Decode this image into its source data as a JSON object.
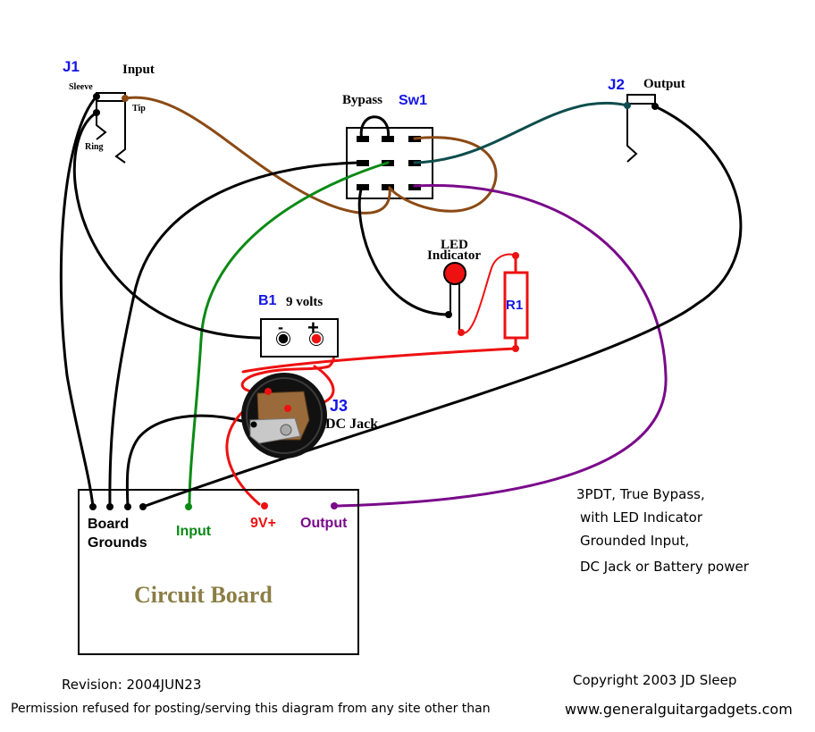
{
  "title": "3PDT True Bypass wiring diagram",
  "colors": {
    "black": "#000000",
    "brown": "#8b4a14",
    "teal": "#0e4d4d",
    "green": "#0a8a14",
    "red": "#ee1111",
    "purple": "#7a0a8a",
    "blue_label": "#1414e6",
    "board_title": "#8b7d44"
  },
  "components": {
    "j1": {
      "ref": "J1",
      "name": "Input",
      "sleeve": "Sleeve",
      "tip": "Tip",
      "ring": "Ring"
    },
    "j2": {
      "ref": "J2",
      "name": "Output"
    },
    "sw1": {
      "ref": "Sw1",
      "name": "Bypass"
    },
    "led": {
      "line1": "LED",
      "line2": "Indicator"
    },
    "r1": {
      "ref": "R1"
    },
    "b1": {
      "ref": "B1",
      "name": "9 volts",
      "minus": "-",
      "plus": "+"
    },
    "j3": {
      "ref": "J3",
      "name": "DC Jack"
    }
  },
  "board": {
    "title": "Circuit Board",
    "grounds_line1": "Board",
    "grounds_line2": "Grounds",
    "input": "Input",
    "power": "9V+",
    "output": "Output"
  },
  "notes": [
    "3PDT, True Bypass,",
    "with LED Indicator",
    "Grounded Input,",
    "DC Jack or Battery power"
  ],
  "footer": {
    "revision": "Revision:  2004JUN23",
    "copyright": "Copyright 2003   JD Sleep",
    "permission": "Permission refused for posting/serving this diagram from any site other than",
    "url": "www.generalguitargadgets.com"
  }
}
